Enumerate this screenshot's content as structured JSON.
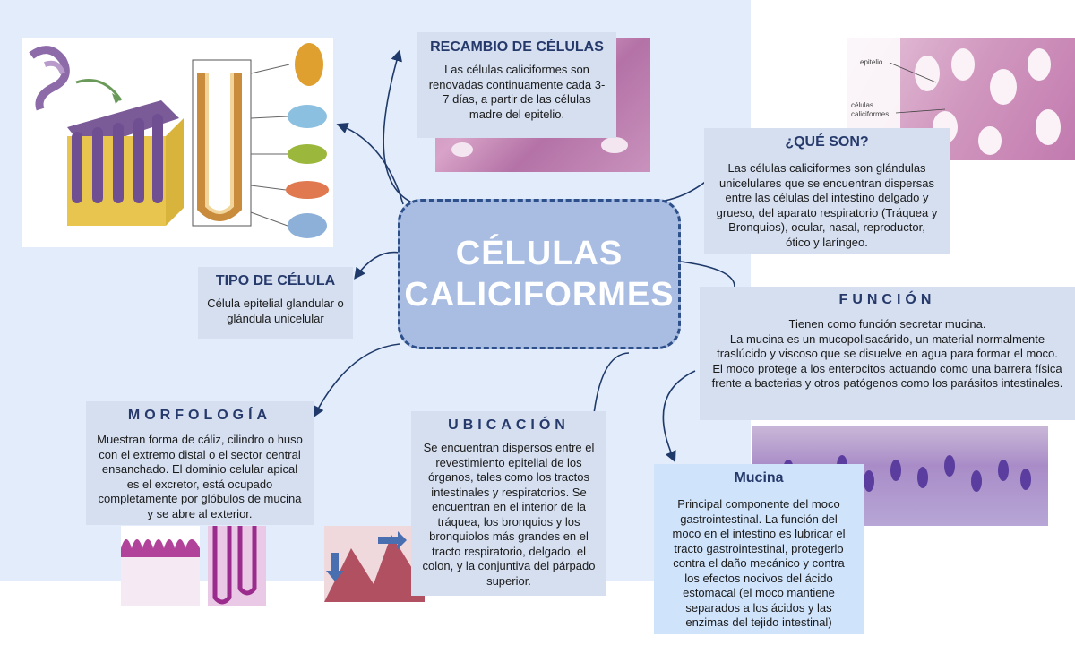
{
  "center": {
    "title_line1": "CÉLULAS",
    "title_line2": "CALICIFORMES"
  },
  "recambio": {
    "title": "RECAMBIO DE CÉLULAS",
    "text": "Las células caliciformes son renovadas continuamente cada 3-7 días, a partir de las células madre del epitelio."
  },
  "que_son": {
    "title": "¿QUÉ SON?",
    "text": "Las células caliciformes son glándulas unicelulares que se encuentran dispersas entre las células del intestino delgado y grueso, del aparato respiratorio (Tráquea y Bronquios), ocular, nasal, reproductor, ótico y laríngeo."
  },
  "tipo": {
    "title": "TIPO DE CÉLULA",
    "text": "Célula epitelial glandular o glándula unicelular"
  },
  "funcion": {
    "title": "FUNCIÓN",
    "text1": "Tienen como función secretar mucina.",
    "text2": "La mucina es un mucopolisacárido, un material normalmente traslúcido y viscoso que se disuelve en agua para formar el moco.",
    "text3": "El moco protege a los enterocitos actuando como una barrera física frente a bacterias y otros patógenos como los parásitos intestinales."
  },
  "morfologia": {
    "title": "MORFOLOGÍA",
    "text": "Muestran forma de cáliz, cilindro o huso con el extremo distal o el sector central ensanchado. El dominio celular apical es el excretor, está ocupado completamente por glóbulos de mucina y se abre al exterior."
  },
  "ubicacion": {
    "title": "UBICACIÓN",
    "text": "Se encuentran dispersos entre el revestimiento epitelial de los órganos, tales como los tractos intestinales y respiratorios. Se encuentran en el interior de la tráquea, los bronquios y los bronquiolos más grandes en el tracto respiratorio, delgado, el colon, y la conjuntiva del párpado superior."
  },
  "mucina": {
    "title": "Mucina",
    "text": "Principal componente del moco gastrointestinal. La función del moco en el intestino es lubricar el tracto gastrointestinal, protegerlo contra el daño mecánico y contra los efectos nocivos del ácido estomacal (el moco mantiene separados a los ácidos y las enzimas del tejido intestinal)"
  },
  "micro_labels": {
    "epitelio": "epitelio",
    "celulas": "células",
    "caliciformes": "caliciformes"
  },
  "colors": {
    "panel_bg": "#e3ecfa",
    "box_bg": "#d5dff0",
    "mucina_bg": "#cfe3fb",
    "title": "#26396b",
    "center_fill": "#a9bde3",
    "center_border": "#2d4f8a",
    "arrow": "#1f3a6a"
  }
}
